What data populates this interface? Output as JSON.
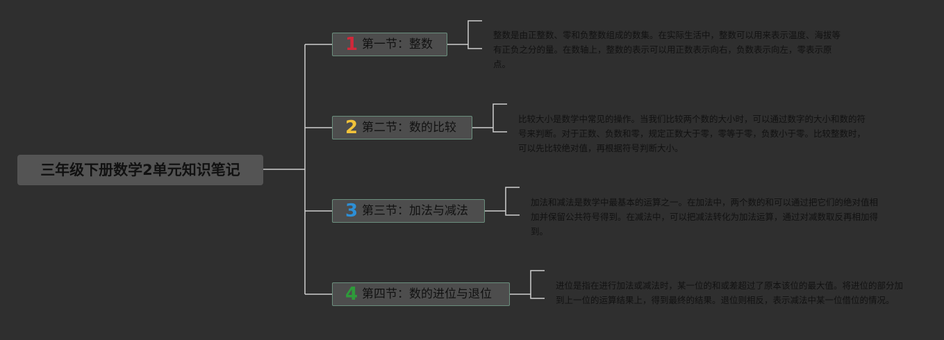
{
  "root": {
    "title": "三年级下册数学2单元知识笔记"
  },
  "sections": [
    {
      "num": "1",
      "color": "#d0293a",
      "label": "第一节：整数",
      "desc": "整数是由正整数、零和负整数组成的数集。在实际生活中，整数可以用来表示温度、海拔等有正负之分的量。在数轴上，整数的表示可以用正数表示向右，负数表示向左，零表示原点。"
    },
    {
      "num": "2",
      "color": "#f2c33a",
      "label": "第二节：数的比较",
      "desc": "比较大小是数学中常见的操作。当我们比较两个数的大小时，可以通过数字的大小和数的符号来判断。对于正数、负数和零，规定正数大于零，零等于零，负数小于零。比较整数时，可以先比较绝对值，再根据符号判断大小。"
    },
    {
      "num": "3",
      "color": "#2d8fd6",
      "label": "第三节：加法与减法",
      "desc": "加法和减法是数学中最基本的运算之一。在加法中，两个数的和可以通过把它们的绝对值相加并保留公共符号得到。在减法中，可以把减法转化为加法运算，通过对减数取反再相加得到。"
    },
    {
      "num": "4",
      "color": "#2e9b3a",
      "label": "第四节：数的进位与退位",
      "desc": "进位是指在进行加法或减法时，某一位的和或差超过了原本该位的最大值。将进位的部分加到上一位的运算结果上，得到最终的结果。退位则相反，表示减法中某一位借位的情况。"
    }
  ],
  "line_color": "#cfcfcf"
}
